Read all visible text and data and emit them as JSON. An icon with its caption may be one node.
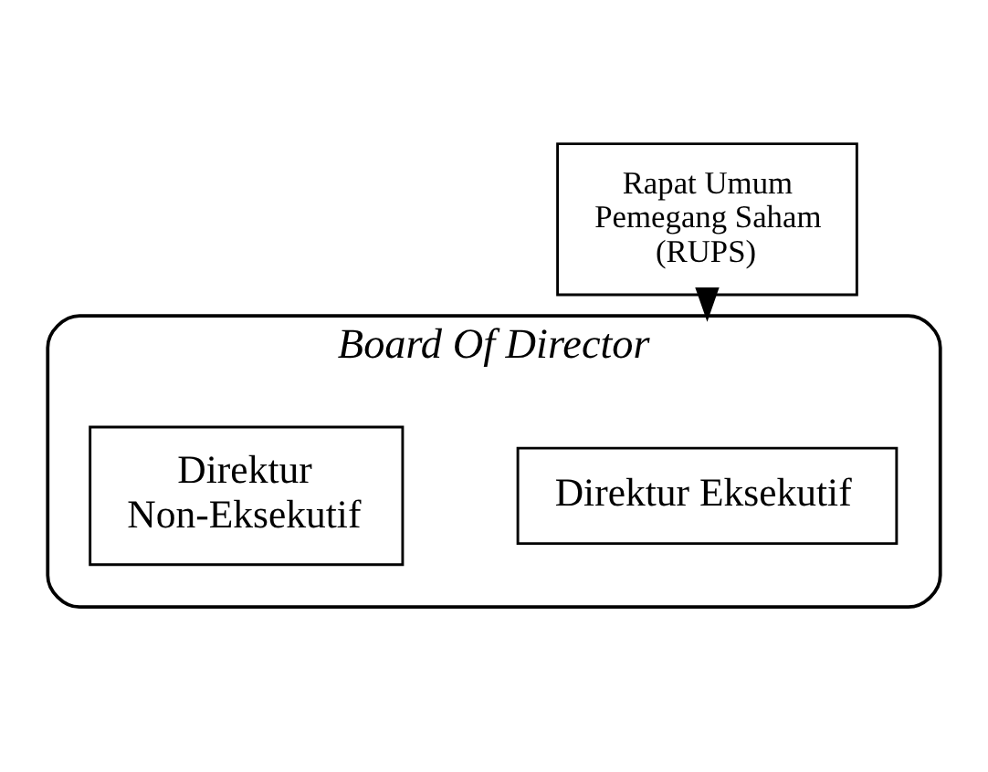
{
  "diagram": {
    "nodes": [
      {
        "text": [
          "Rapat Umum Pemegang Saham (RUPS)"
        ]
      },
      {
        "text": [
          "Board Of Director"
        ]
      },
      {
        "text": [
          "Direktur Eksekutif"
        ],
        "in": 1
      },
      {
        "text": [
          "Direktur Non-Eksekutif"
        ],
        "in": 1
      }
    ],
    "edges": [
      {
        "from": 0,
        "to": 1,
        "arrow": "to"
      }
    ]
  }
}
